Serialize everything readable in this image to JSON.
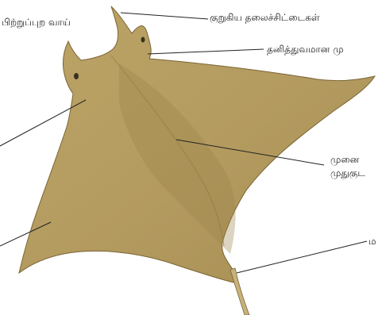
{
  "labels": {
    "top_left": "பிற்றுப்புற வாய்",
    "top_center": "குறுகிய தலைச்சிட்டைகள்",
    "upper_right": "தனித்துவமான மு",
    "mid_right_line1": "முனை",
    "mid_right_line2": "முதுகுட",
    "lower_right": "ம"
  },
  "colors": {
    "body_fill": "#b39a5f",
    "body_shade": "#9c834a",
    "tail": "#c8b27c",
    "outline": "#7a6434",
    "leader": "#222222"
  }
}
